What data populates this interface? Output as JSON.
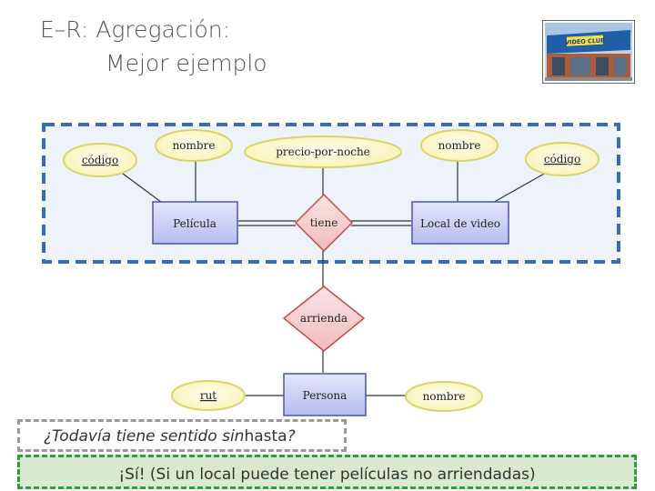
{
  "title": {
    "line1": "E–R: Agregación:",
    "line2": "Mejor ejemplo"
  },
  "image": {
    "sign": "VIDEO CLUB"
  },
  "diagram": {
    "entities": {
      "pelicula": "Película",
      "local": "Local de video",
      "persona": "Persona"
    },
    "relationships": {
      "tiene": "tiene",
      "arrienda": "arrienda"
    },
    "attributes": {
      "codigo_pelicula": "código",
      "nombre_pelicula": "nombre",
      "precio": "precio-por-noche",
      "nombre_local": "nombre",
      "codigo_local": "código",
      "rut": "rut",
      "nombre_persona": "nombre"
    }
  },
  "question": {
    "italic": "¿Todavía tiene sentido sin",
    "normal": "hasta",
    "end": "?"
  },
  "answer": "¡Sí! (Si un local puede tener películas no arriendadas)",
  "colors": {
    "entity_fill": "#c9cef2",
    "entity_border": "#4a55a8",
    "relationship_fill": "#f4cccc",
    "relationship_border": "#c24a4a",
    "attribute_fill": "#fdfbd8",
    "attribute_border": "#d9d46a",
    "aggregation_border": "#3a6cb2",
    "aggregation_fill": "#eef3fb",
    "answer_fill": "#d8e9cf",
    "answer_border": "#2e9e3e"
  }
}
